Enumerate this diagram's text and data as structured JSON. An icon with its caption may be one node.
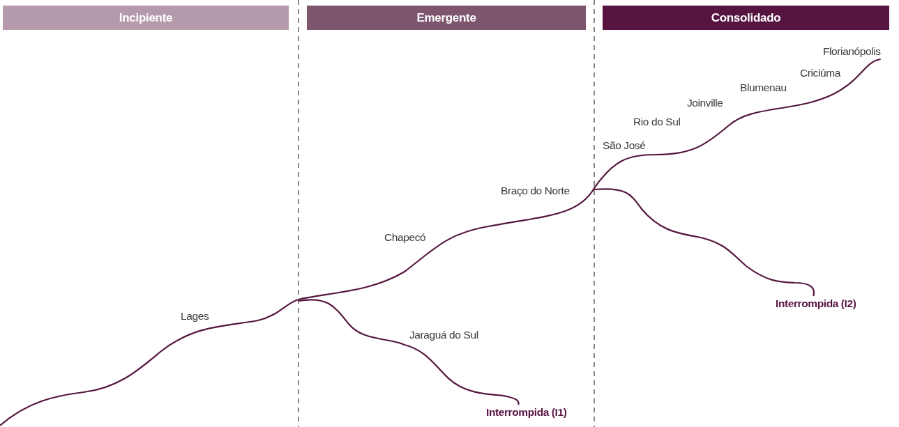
{
  "diagram": {
    "nodes": [
      {
        "text": [
          "Incipiente"
        ]
      },
      {
        "text": [
          "Emergente"
        ]
      },
      {
        "text": [
          "Consolidado"
        ]
      },
      {
        "text": [
          "Florianópolis"
        ]
      },
      {
        "text": [
          "Interrompida (I1)"
        ]
      },
      {
        "text": [
          "Interrompida (I2)"
        ]
      }
    ],
    "edges": [
      {
        "from": null,
        "to": 3,
        "arrow": "none"
      },
      {
        "from": null,
        "to": 4,
        "arrow": "none"
      },
      {
        "from": null,
        "to": 5,
        "arrow": "none"
      }
    ],
    "labels": [
      "Criciúma",
      "Blumenau",
      "Joinville",
      "Rio do Sul",
      "São José",
      "Braço do Norte",
      "Chapecó",
      "Lages",
      "Jaraguá do Sul"
    ]
  }
}
